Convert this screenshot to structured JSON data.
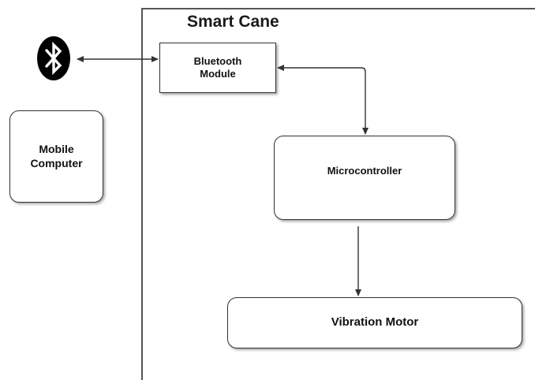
{
  "diagram": {
    "title": "Smart Cane",
    "nodes": {
      "bluetooth_module": "Bluetooth\nModule",
      "mobile_computer": "Mobile\nComputer",
      "microcontroller": "Microcontroller",
      "vibration_motor": "Vibration Motor"
    },
    "icons": {
      "bluetooth": "bluetooth-icon"
    },
    "colors": {
      "line": "#333333",
      "frame": "#555555",
      "icon_bg": "#000000",
      "icon_fg": "#ffffff"
    }
  }
}
